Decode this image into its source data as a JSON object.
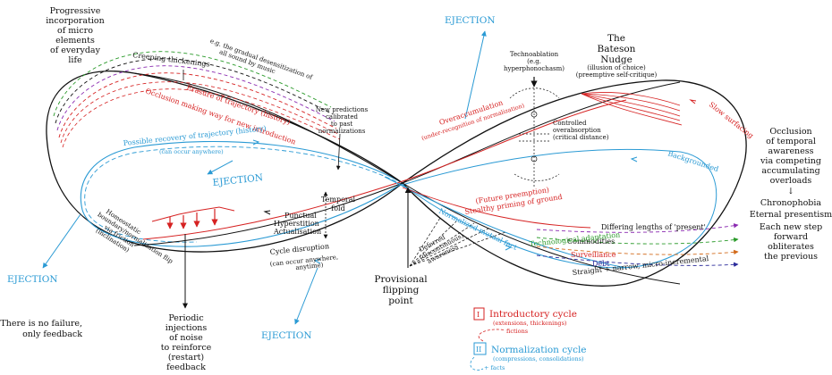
{
  "colors": {
    "black": "#111111",
    "red": "#d62222",
    "blue": "#2a9ad4",
    "green": "#2a9a2a",
    "purple": "#8a2ab0",
    "navy": "#2a2a9a",
    "orange": "#d26a1a"
  },
  "labels": {
    "progressive": [
      "Progressive",
      "incorporation",
      "of micro",
      "elements",
      "of everyday",
      "life"
    ],
    "creeping": "Creeping thickenings",
    "gradient": [
      "e.g. the gradual desensitization of",
      "all sound by music"
    ],
    "erasure": "Erasure of trajectory (history)",
    "occlusion_making_way": "Occlusion making way for new introduction",
    "possible_recovery": "Possible recovery of trajectory (history)",
    "can_occur_top": "(can occur anywhere)",
    "ejection_left_mid": "EJECTION",
    "ejection_top": "EJECTION",
    "ejection_bottom_left": "EJECTION",
    "ejection_bottom_mid": "EJECTION",
    "new_predictions": [
      "New predictions",
      "calibrated",
      "to past",
      "normalizations"
    ],
    "overaccumulation": "Overaccumulation",
    "overaccumulation_sub": "(under-recognition of normalization)",
    "technoablation": [
      "Technoablation",
      "(e.g.",
      "hyperphonochasm)"
    ],
    "bateson": [
      "The",
      "Bateson",
      "Nudge"
    ],
    "bateson_sub": [
      "(illusion of choice)",
      "(preemptive self-critique)"
    ],
    "controlled": [
      "Controlled",
      "overabsorption",
      "(critical distance)"
    ],
    "slow_surfacing": "Slow surfacing",
    "backgrounded": "Backgrounded",
    "occlusion_temporal": [
      "Occlusion",
      "of temporal",
      "awareness",
      "via competing",
      "accumulating",
      "overloads"
    ],
    "down_arrow": "↓",
    "chronophobia": "Chronophobia",
    "eternal": "Eternal presentism",
    "each_new_step": [
      "Each new step",
      "forward",
      "obliterates",
      "the previous"
    ],
    "future_preemption": "(Future preemption)",
    "stealthy": "Stealthy priming of ground",
    "differing": "Differing lengths of 'present'",
    "normalized": "Normalized mutual fact",
    "commodities": "Commodities",
    "technological": "Technological adaptation",
    "surveillance": "Surveillance",
    "debt": "Debt",
    "straight_narrow": "Straight + narrow, micro-incremental",
    "punctual": [
      "Punctual",
      "Hyperstition",
      "Actualisation"
    ],
    "temporal_fold": [
      "Temporal",
      "fold"
    ],
    "cycle_disruption": "Cycle disruption",
    "can_occur_bottom": [
      "(can occur anywhere,",
      "anytime)"
    ],
    "homeostatic": [
      "Homeostatic",
      "boundary/normalization flip",
      "via friction",
      "(inclination)"
    ],
    "deferred": [
      "Deferred",
      "(discontinuous)",
      "awareness"
    ],
    "provisional": [
      "Provisional",
      "flipping",
      "point"
    ],
    "periodic": [
      "Periodic",
      "injections",
      "of noise",
      "to reinforce",
      "(restart)",
      "feedback"
    ],
    "no_failure": [
      "There is no failure,",
      "only feedback"
    ]
  },
  "legend": {
    "intro_numeral": "I",
    "intro_title": "Introductory cycle",
    "intro_sub": "(extensions, thickenings)",
    "intro_fictions": "fictions",
    "norm_numeral": "II",
    "norm_title": "Normalization cycle",
    "norm_sub": "(compressions, consolidations)",
    "norm_facts": "+ facts"
  }
}
